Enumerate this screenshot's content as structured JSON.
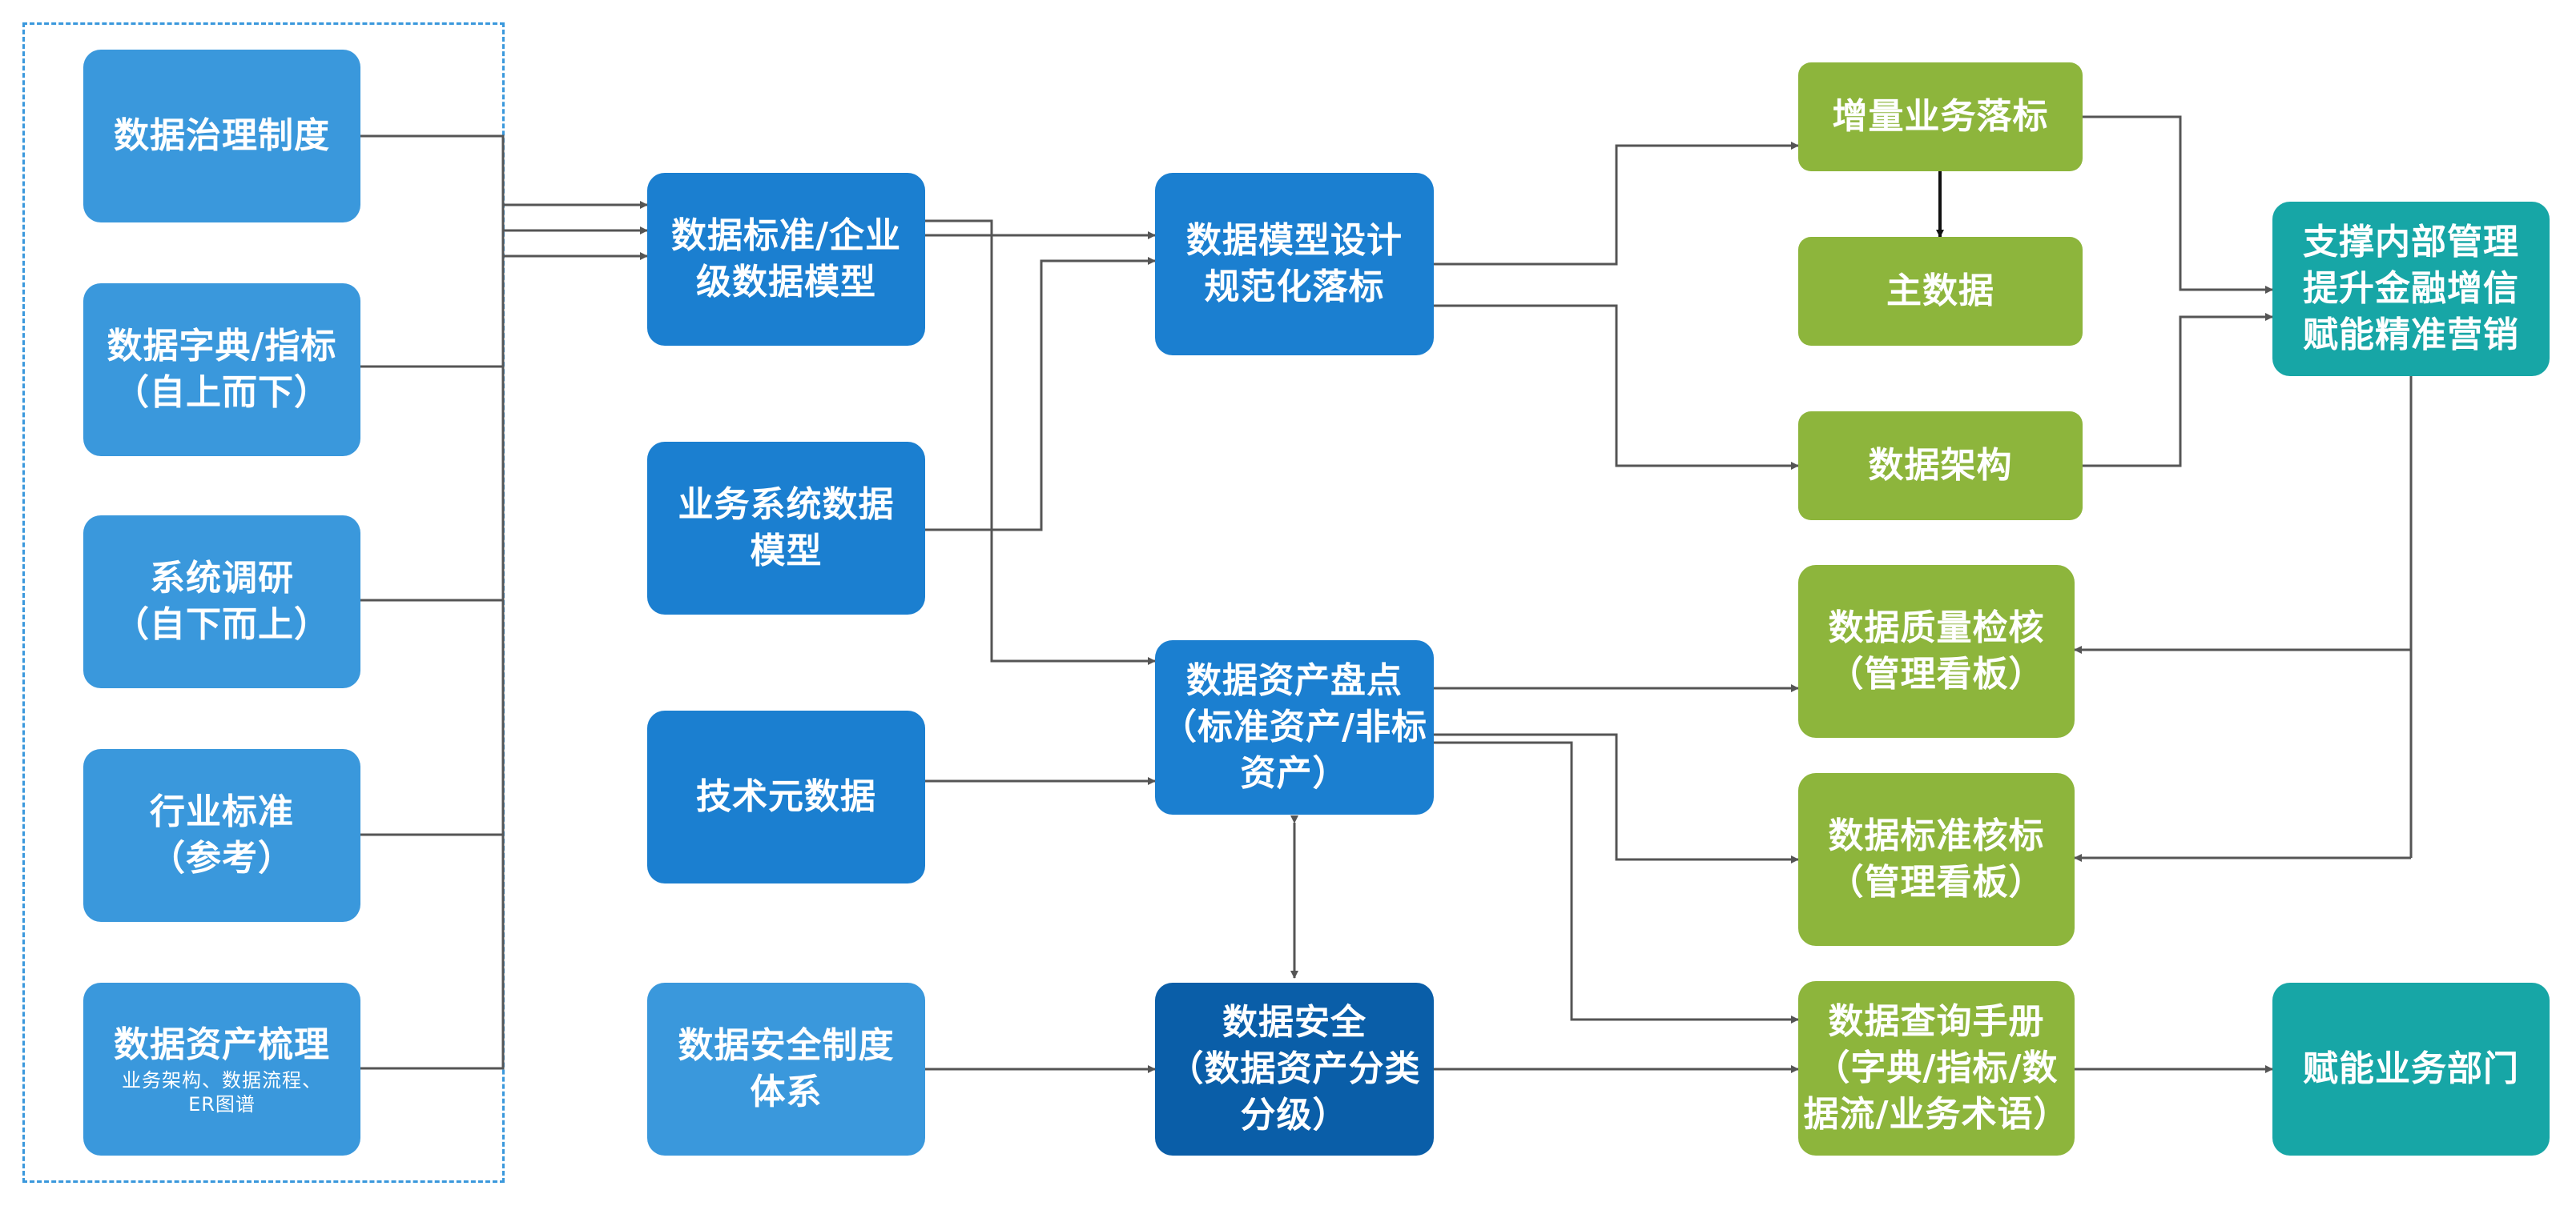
{
  "left_group": [
    {
      "lines": [
        "数据治理制度"
      ]
    },
    {
      "lines": [
        "数据字典/指标",
        "（自上而下）"
      ]
    },
    {
      "lines": [
        "系统调研",
        "（自下而上）"
      ]
    },
    {
      "lines": [
        "行业标准",
        "（参考）"
      ]
    },
    {
      "lines": [
        "数据资产梳理"
      ],
      "small": [
        "业务架构、数据流程、",
        "ER图谱"
      ]
    }
  ],
  "middle_column": [
    {
      "lines": [
        "数据标准/企业",
        "级数据模型"
      ]
    },
    {
      "lines": [
        "业务系统数据",
        "模型"
      ]
    },
    {
      "lines": [
        "技术元数据"
      ]
    },
    {
      "lines": [
        "数据安全制度",
        "体系"
      ]
    }
  ],
  "center_column": [
    {
      "lines": [
        "数据模型设计",
        "规范化落标"
      ]
    },
    {
      "lines": [
        "数据资产盘点",
        "（标准资产/非标",
        "资产）"
      ]
    },
    {
      "lines": [
        "数据安全",
        "（数据资产分类",
        "分级）"
      ]
    }
  ],
  "right_column": [
    {
      "lines": [
        "增量业务落标"
      ]
    },
    {
      "lines": [
        "主数据"
      ]
    },
    {
      "lines": [
        "数据架构"
      ]
    },
    {
      "lines": [
        "数据质量检核",
        "（管理看板）"
      ]
    },
    {
      "lines": [
        "数据标准核标",
        "（管理看板）"
      ]
    },
    {
      "lines": [
        "数据查询手册",
        "（字典/指标/数",
        "据流/业务术语）"
      ]
    }
  ],
  "far_right": [
    {
      "lines": [
        "支撑内部管理",
        "提升金融增信",
        "赋能精准营销"
      ]
    },
    {
      "lines": [
        "赋能业务部门"
      ]
    }
  ],
  "colors": {
    "light_blue": "#3a98dc",
    "blue": "#1b7fd0",
    "navy": "#0a5ea8",
    "green": "#8db53c",
    "teal": "#17a6a6",
    "connector": "#555555"
  }
}
